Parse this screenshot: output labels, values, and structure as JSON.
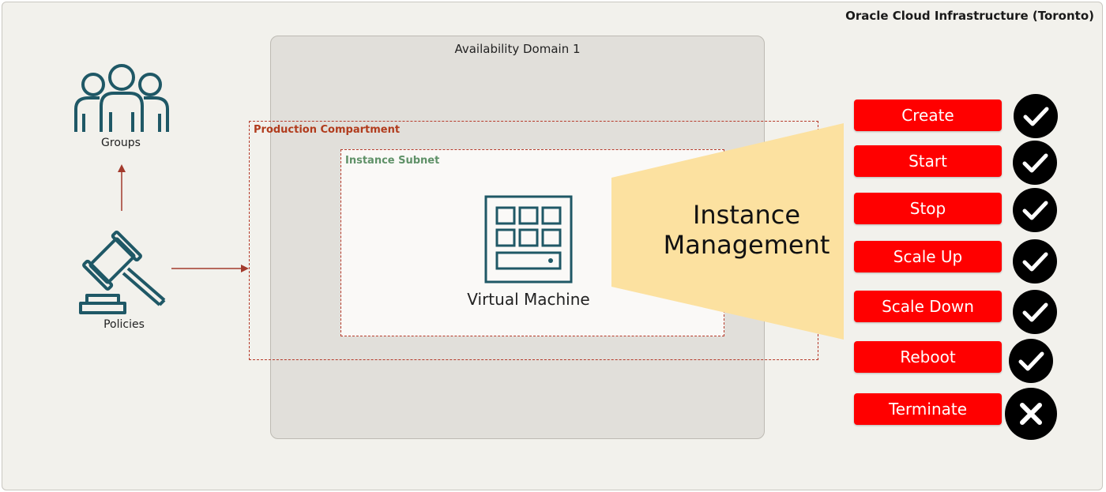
{
  "region": {
    "title": "Oracle Cloud Infrastructure (Toronto)"
  },
  "availability_domain": {
    "title": "Availability Domain 1"
  },
  "compartment": {
    "title": "Production Compartment"
  },
  "subnet": {
    "title": "Instance Subnet"
  },
  "vm": {
    "label": "Virtual Machine",
    "icon": "virtual-machine-icon"
  },
  "groups": {
    "label": "Groups",
    "icon": "users-group-icon"
  },
  "policies": {
    "label": "Policies",
    "icon": "gavel-icon"
  },
  "management": {
    "line1": "Instance",
    "line2": "Management"
  },
  "operations": [
    {
      "label": "Create",
      "status": "allowed",
      "status_icon": "check-icon"
    },
    {
      "label": "Start",
      "status": "allowed",
      "status_icon": "check-icon"
    },
    {
      "label": "Stop",
      "status": "allowed",
      "status_icon": "check-icon"
    },
    {
      "label": "Scale Up",
      "status": "allowed",
      "status_icon": "check-icon"
    },
    {
      "label": "Scale Down",
      "status": "allowed",
      "status_icon": "check-icon"
    },
    {
      "label": "Reboot",
      "status": "allowed",
      "status_icon": "check-icon"
    },
    {
      "label": "Terminate",
      "status": "denied",
      "status_icon": "x-icon"
    }
  ],
  "colors": {
    "operation_button": "#ff0000",
    "funnel": "#fce1a0",
    "icon_teal": "#1f5866",
    "arrow": "#a33a2c",
    "compartment_border": "#b63a2a",
    "subnet_title": "#5f9168"
  }
}
